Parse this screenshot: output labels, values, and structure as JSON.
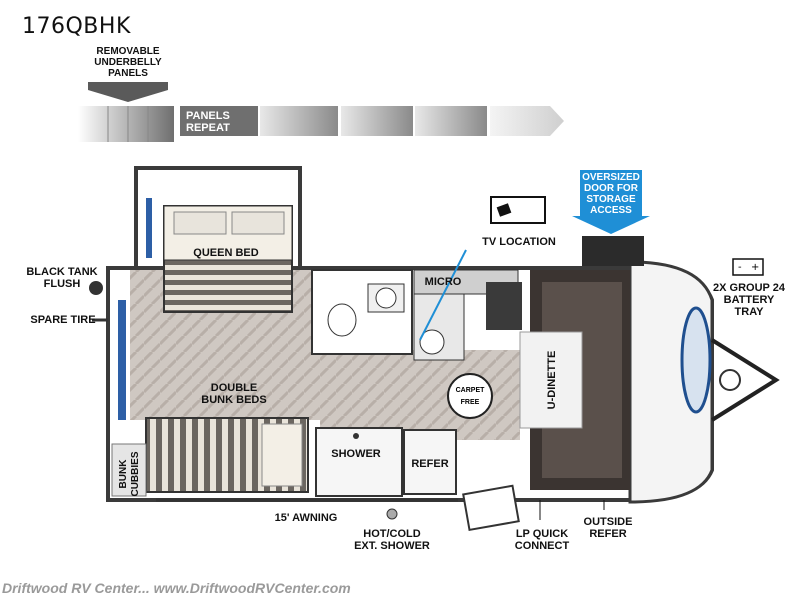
{
  "model": "176QBHK",
  "underbelly": {
    "label": "REMOVABLE\nUNDERBELLY\nPANELS",
    "repeat_label": "PANELS\nREPEAT"
  },
  "storage_callout": "OVERSIZED\nDOOR FOR\nSTORAGE\nACCESS",
  "labels": {
    "queen_bed": "QUEEN BED",
    "tv_location": "TV LOCATION",
    "micro": "MICRO",
    "double_bunk_beds": "DOUBLE\nBUNK BEDS",
    "shower": "SHOWER",
    "refer": "REFER",
    "u_dinette": "U-DINETTE",
    "bunk_cubbies": "BUNK\nCUBBIES",
    "black_tank_flush": "BLACK TANK\nFLUSH",
    "spare_tire": "SPARE TIRE",
    "awning": "15' AWNING",
    "ext_shower": "HOT/COLD\nEXT. SHOWER",
    "lp_quick_connect": "LP QUICK\nCONNECT",
    "outside_refer": "OUTSIDE\nREFER",
    "battery_tray": "2X GROUP 24\nBATTERY\nTRAY",
    "carpet_free": "CARPET FREE"
  },
  "footer": "Driftwood RV Center... www.DriftwoodRVCenter.com",
  "colors": {
    "floor": "#cfc8c2",
    "wall": "#3a3a3a",
    "blue": "#1f8fd6",
    "dark_seat": "#3b3431"
  }
}
